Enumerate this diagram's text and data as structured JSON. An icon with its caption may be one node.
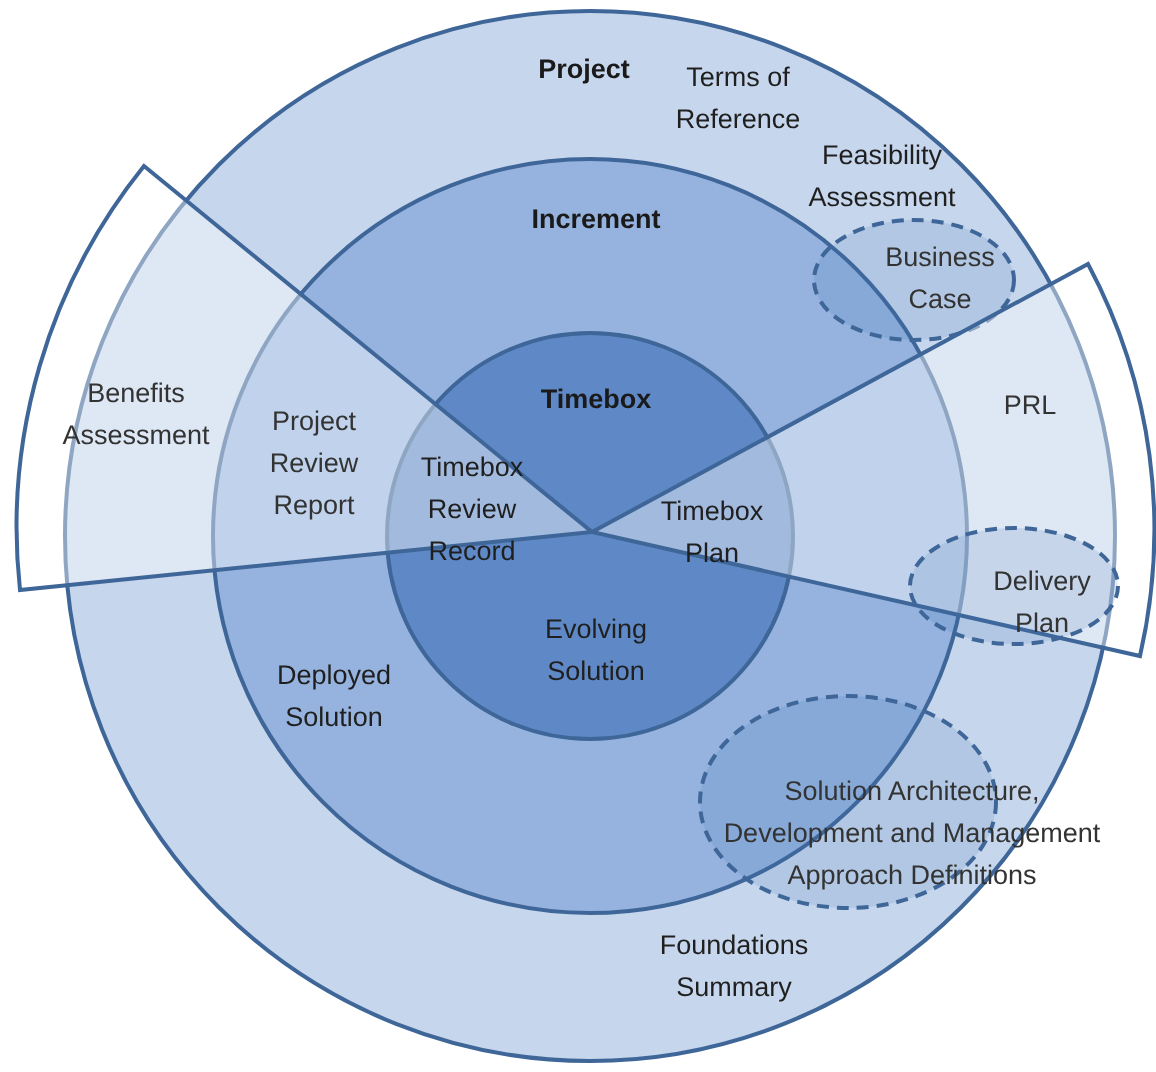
{
  "diagram": {
    "nodes": [
      {
        "text": [
          "Project",
          "Terms of Reference",
          "Feasibility Assessment",
          "Foundations Summary"
        ]
      },
      {
        "text": [
          "Increment",
          "Deployed Solution"
        ],
        "in": 0
      },
      {
        "text": [
          "Timebox",
          "Timebox Review Record",
          "Timebox Plan",
          "Evolving Solution"
        ],
        "in": 1
      },
      {
        "text": [
          "Benefits Assessment",
          "Project Review Report"
        ]
      },
      {
        "text": [
          "Business Case"
        ],
        "in": 0
      },
      {
        "text": [
          "PRL"
        ]
      },
      {
        "text": [
          "Delivery Plan"
        ],
        "in": 5
      },
      {
        "text": [
          "Solution Architecture, Development and Management Approach Definitions"
        ],
        "in": 0
      }
    ]
  }
}
